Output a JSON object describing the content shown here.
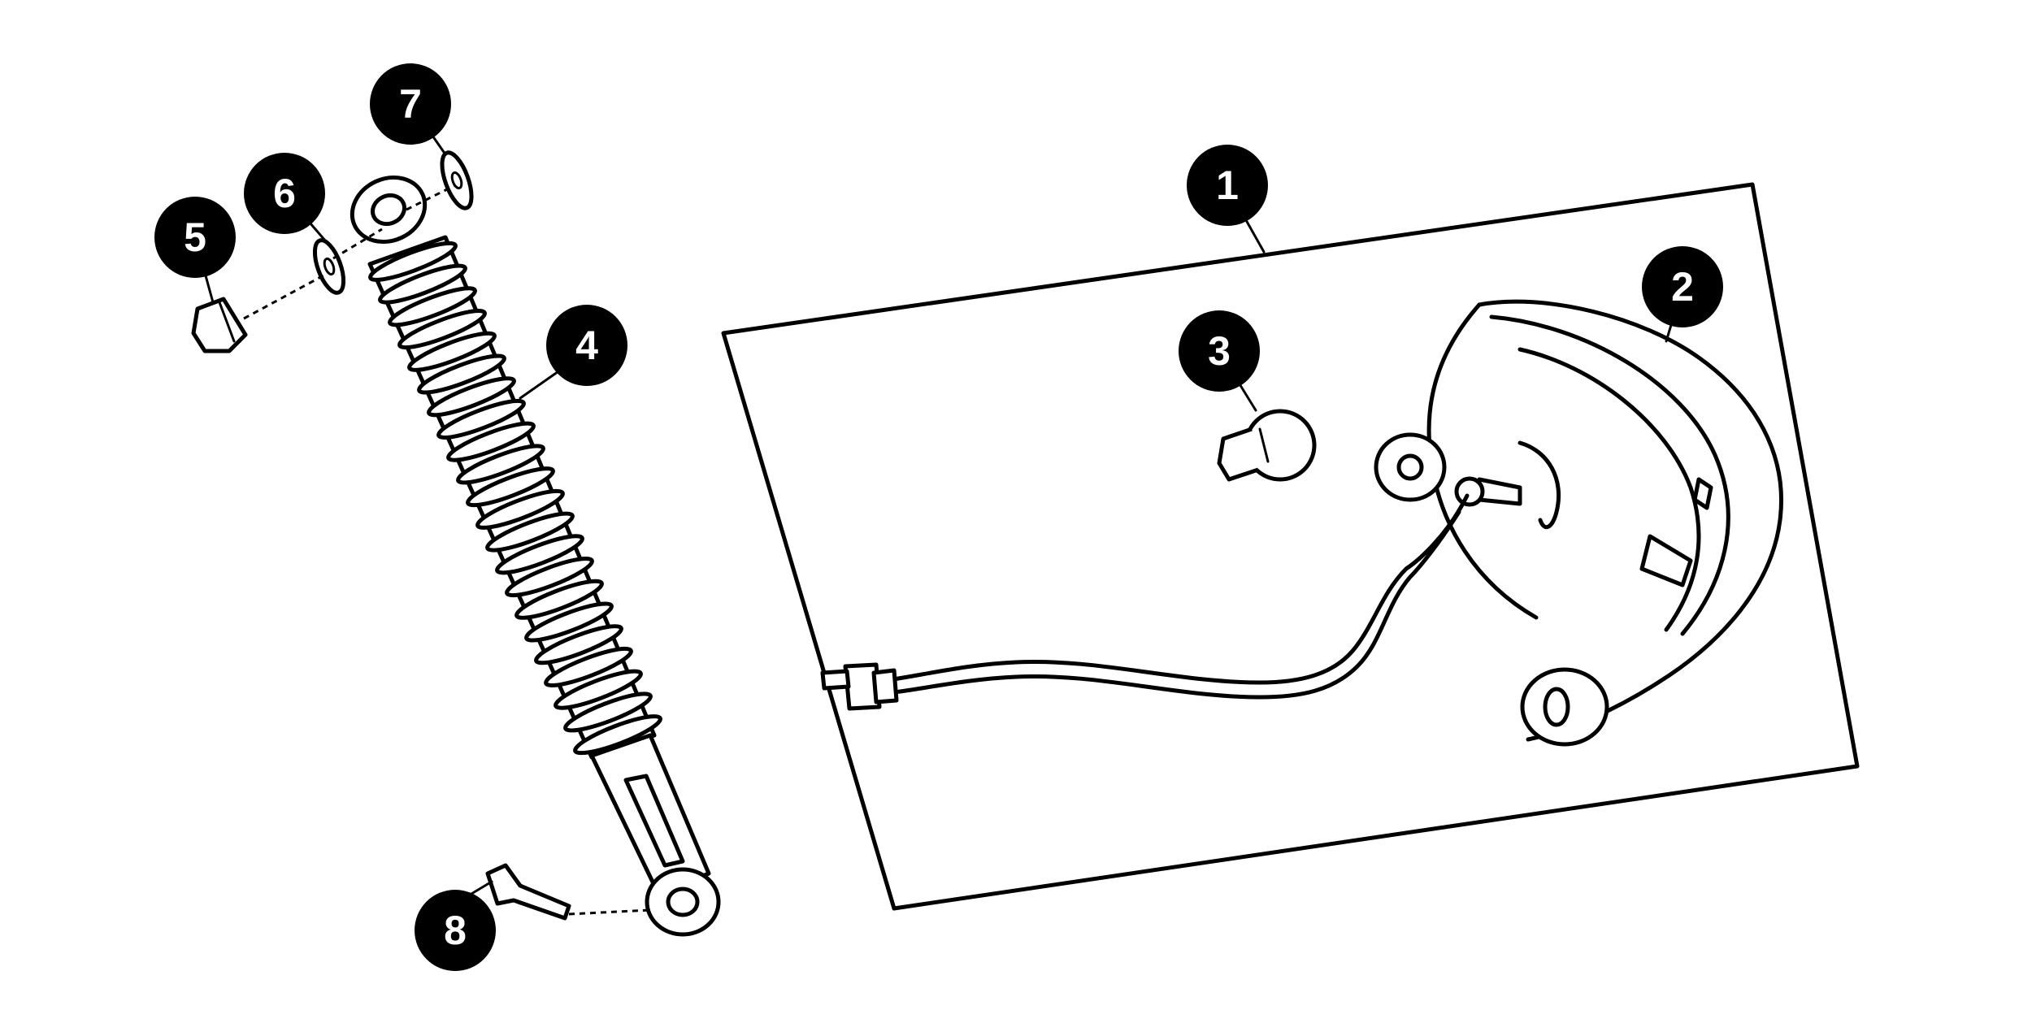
{
  "diagram": {
    "callouts": [
      {
        "id": "1",
        "label": "1"
      },
      {
        "id": "2",
        "label": "2"
      },
      {
        "id": "3",
        "label": "3"
      },
      {
        "id": "4",
        "label": "4"
      },
      {
        "id": "5",
        "label": "5"
      },
      {
        "id": "6",
        "label": "6"
      },
      {
        "id": "7",
        "label": "7"
      },
      {
        "id": "8",
        "label": "8"
      }
    ],
    "colors": {
      "ink": "#000000",
      "background": "#ffffff",
      "callout_text": "#ffffff"
    }
  }
}
